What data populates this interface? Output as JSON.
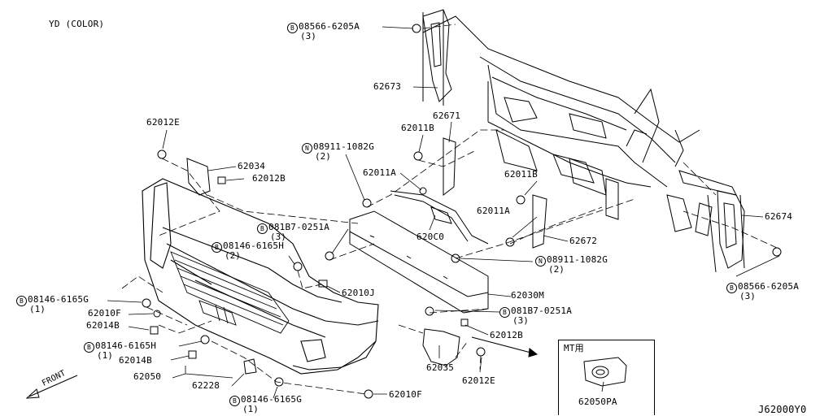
{
  "header": {
    "variant": "YD (COLOR)",
    "drawing_code": "J62000Y0"
  },
  "inset": {
    "title": "MT用",
    "part": "62050PA"
  },
  "direction": {
    "label": "FRONT"
  },
  "callouts": [
    {
      "id": "c1",
      "prefix": "B",
      "part": "08566-6205A",
      "qty": "(3)"
    },
    {
      "id": "c2",
      "prefix": "",
      "part": "62673",
      "qty": ""
    },
    {
      "id": "c3",
      "prefix": "",
      "part": "62671",
      "qty": ""
    },
    {
      "id": "c4",
      "prefix": "",
      "part": "62011B",
      "qty": ""
    },
    {
      "id": "c5",
      "prefix": "",
      "part": "62012E",
      "qty": ""
    },
    {
      "id": "c6",
      "prefix": "N",
      "part": "08911-1082G",
      "qty": "(2)"
    },
    {
      "id": "c7",
      "prefix": "",
      "part": "62034",
      "qty": ""
    },
    {
      "id": "c8",
      "prefix": "",
      "part": "62012B",
      "qty": ""
    },
    {
      "id": "c9",
      "prefix": "",
      "part": "62011A",
      "qty": ""
    },
    {
      "id": "c10",
      "prefix": "",
      "part": "62011B",
      "qty": ""
    },
    {
      "id": "c11",
      "prefix": "",
      "part": "62011A",
      "qty": ""
    },
    {
      "id": "c12",
      "prefix": "",
      "part": "62674",
      "qty": ""
    },
    {
      "id": "c13",
      "prefix": "B",
      "part": "081B7-0251A",
      "qty": "(3)"
    },
    {
      "id": "c14",
      "prefix": "",
      "part": "620C0",
      "qty": ""
    },
    {
      "id": "c15",
      "prefix": "",
      "part": "62672",
      "qty": ""
    },
    {
      "id": "c16",
      "prefix": "B",
      "part": "08146-6165H",
      "qty": "(2)"
    },
    {
      "id": "c17",
      "prefix": "N",
      "part": "08911-1082G",
      "qty": "(2)"
    },
    {
      "id": "c18",
      "prefix": "B",
      "part": "08566-6205A",
      "qty": "(3)"
    },
    {
      "id": "c19",
      "prefix": "",
      "part": "62010J",
      "qty": ""
    },
    {
      "id": "c20",
      "prefix": "",
      "part": "62030M",
      "qty": ""
    },
    {
      "id": "c21",
      "prefix": "B",
      "part": "08146-6165G",
      "qty": "(1)"
    },
    {
      "id": "c22",
      "prefix": "",
      "part": "62010F",
      "qty": ""
    },
    {
      "id": "c23",
      "prefix": "",
      "part": "62014B",
      "qty": ""
    },
    {
      "id": "c24",
      "prefix": "B",
      "part": "081B7-0251A",
      "qty": "(3)"
    },
    {
      "id": "c25",
      "prefix": "",
      "part": "62012B",
      "qty": ""
    },
    {
      "id": "c26",
      "prefix": "B",
      "part": "08146-6165H",
      "qty": "(1)"
    },
    {
      "id": "c27",
      "prefix": "",
      "part": "62014B",
      "qty": ""
    },
    {
      "id": "c28",
      "prefix": "",
      "part": "62035",
      "qty": ""
    },
    {
      "id": "c29",
      "prefix": "",
      "part": "62050",
      "qty": ""
    },
    {
      "id": "c30",
      "prefix": "",
      "part": "62012E",
      "qty": ""
    },
    {
      "id": "c31",
      "prefix": "",
      "part": "62228",
      "qty": ""
    },
    {
      "id": "c32",
      "prefix": "",
      "part": "62010F",
      "qty": ""
    },
    {
      "id": "c33",
      "prefix": "B",
      "part": "08146-6165G",
      "qty": "(1)"
    }
  ]
}
